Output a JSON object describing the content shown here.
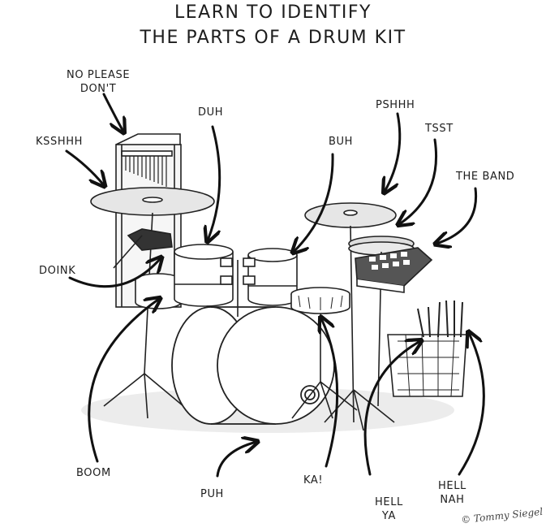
{
  "title": {
    "line1": "LEARN TO IDENTIFY",
    "line2": "THE PARTS OF A DRUM KIT"
  },
  "labels": {
    "no_please_dont_l1": "NO PLEASE",
    "no_please_dont_l2": "DON'T",
    "ksshhh": "KSSHHH",
    "duh": "DUH",
    "buh": "BUH",
    "pshhh": "PSHHH",
    "tsst": "TSST",
    "the_band": "THE BAND",
    "doink": "DOINK",
    "boom": "BOOM",
    "puh": "PUH",
    "ka": "KA!",
    "hell_ya_l1": "HELL",
    "hell_ya_l2": "YA",
    "hell_nah_l1": "HELL",
    "hell_nah_l2": "NAH"
  },
  "signature": "© Tommy Siegel"
}
